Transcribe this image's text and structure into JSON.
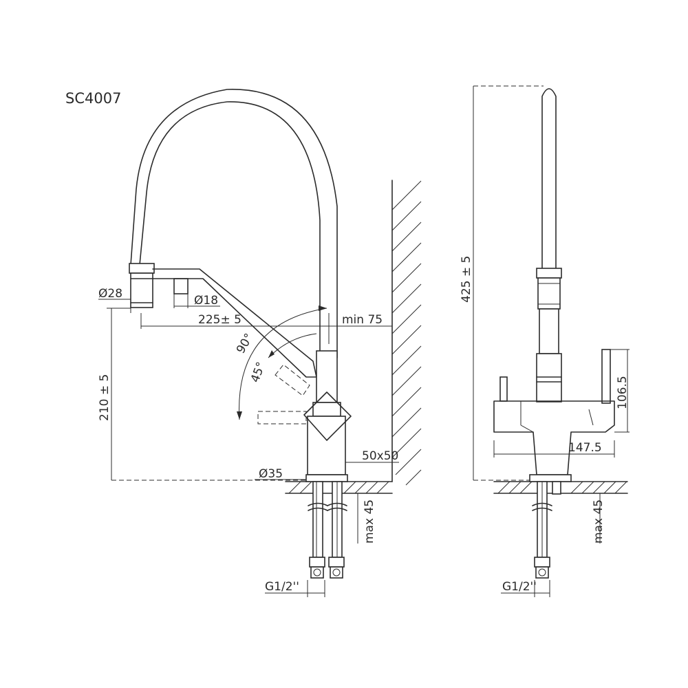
{
  "model": "SC4007",
  "dimensions": {
    "d28": "Ø28",
    "d18": "Ø18",
    "spout_reach": "225± 5",
    "wall_min": "min 75",
    "height_side": "210 ± 5",
    "angle_90": "90°",
    "angle_45": "45°",
    "base_size": "50x50",
    "d35": "Ø35",
    "max_left": "max 45",
    "thread_left": "G1/2''",
    "total_height": "425 ± 5",
    "handle_height": "106.5",
    "body_width": "147.5",
    "max_right": "max 45",
    "thread_right": "G1/2''"
  }
}
